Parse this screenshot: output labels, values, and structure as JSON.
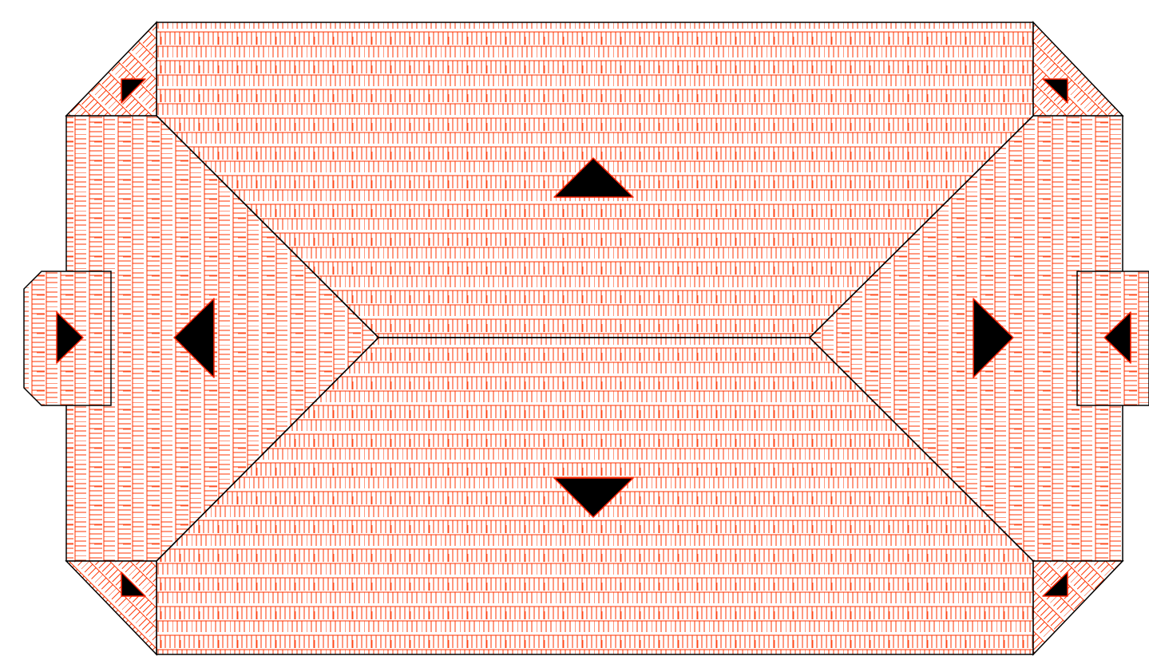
{
  "title": "",
  "colors": {
    "background": "#ffffff",
    "outline": "#000000",
    "tile_stroke": "#ff3300",
    "slope_arrow_fill": "#000000",
    "slope_arrow_stroke": "#ff2200"
  },
  "tile_pattern": {
    "horizontal_courses": "vertical-joint-shingles",
    "vertical_courses": "horizontal-joint-shingles",
    "diagonal_courses": "diagonal-shingles"
  },
  "roof_planes": [
    {
      "name": "north-main-plane",
      "slope_direction": "up",
      "tile_orientation": "horizontal-courses"
    },
    {
      "name": "south-main-plane",
      "slope_direction": "down",
      "tile_orientation": "horizontal-courses"
    },
    {
      "name": "west-hip-plane",
      "slope_direction": "left",
      "tile_orientation": "vertical-courses"
    },
    {
      "name": "east-hip-plane",
      "slope_direction": "right",
      "tile_orientation": "vertical-courses"
    },
    {
      "name": "west-dormer-plane",
      "slope_direction": "right",
      "tile_orientation": "vertical-courses"
    },
    {
      "name": "east-dormer-plane",
      "slope_direction": "left",
      "tile_orientation": "vertical-courses"
    },
    {
      "name": "northwest-corner-plane",
      "slope_direction": "up-left",
      "tile_orientation": "diagonal-courses"
    },
    {
      "name": "northeast-corner-plane",
      "slope_direction": "up-right",
      "tile_orientation": "diagonal-courses"
    },
    {
      "name": "southwest-corner-plane",
      "slope_direction": "down-left",
      "tile_orientation": "diagonal-courses"
    },
    {
      "name": "southeast-corner-plane",
      "slope_direction": "down-right",
      "tile_orientation": "diagonal-courses"
    }
  ]
}
